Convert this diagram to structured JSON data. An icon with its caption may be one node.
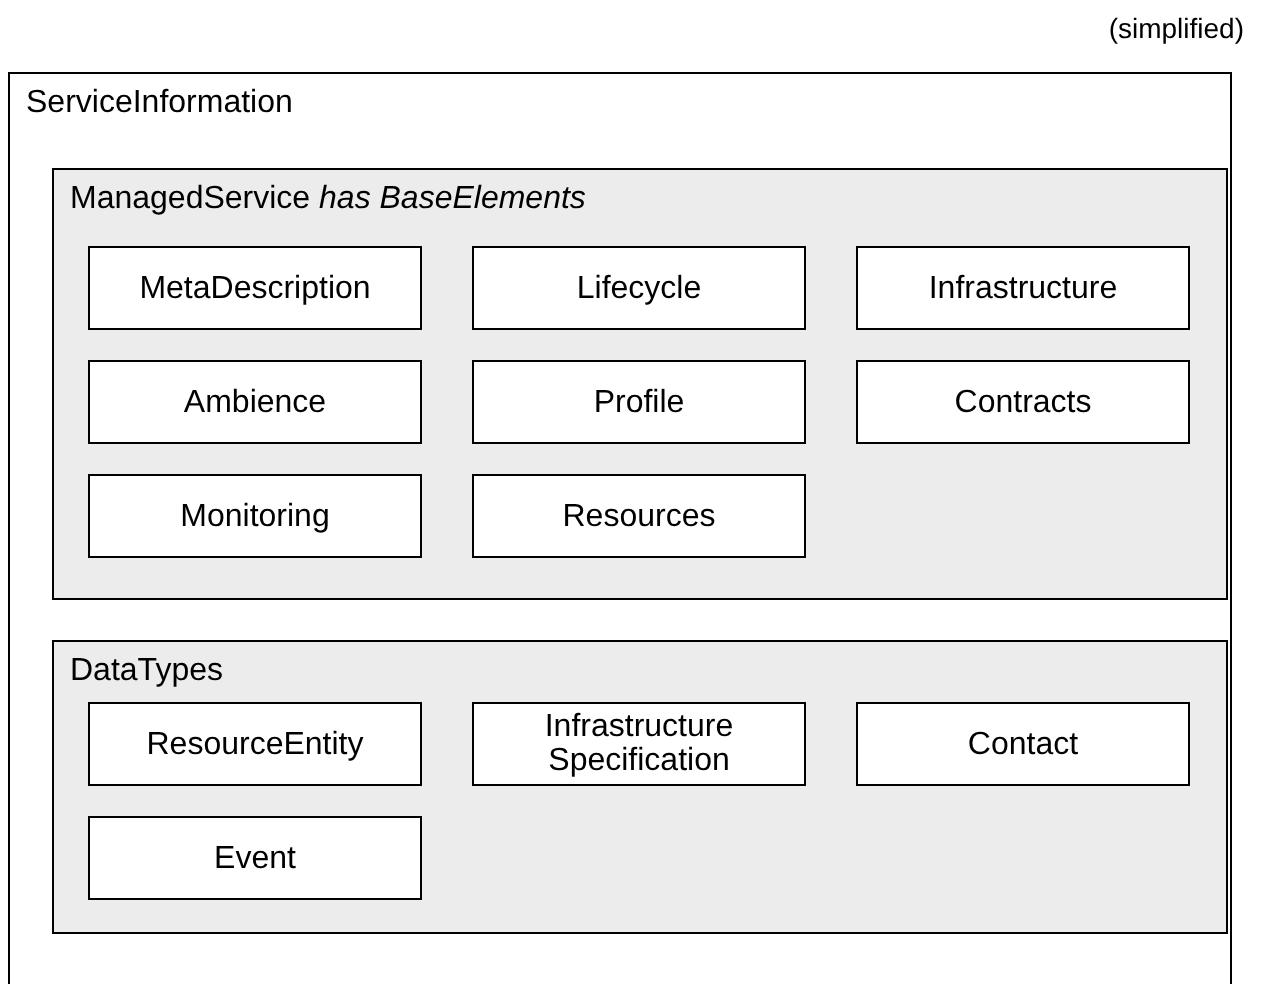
{
  "diagram": {
    "nodes": [
      {
        "text": [
          "ServiceInformation"
        ]
      },
      {
        "text": [
          "ManagedService *has BaseElements*"
        ],
        "in": 0
      },
      {
        "text": [
          "MetaDescription"
        ],
        "in": 1
      },
      {
        "text": [
          "Lifecycle"
        ],
        "in": 1
      },
      {
        "text": [
          "Infrastructure"
        ],
        "in": 1
      },
      {
        "text": [
          "Ambience"
        ],
        "in": 1
      },
      {
        "text": [
          "Profile"
        ],
        "in": 1
      },
      {
        "text": [
          "Contracts"
        ],
        "in": 1
      },
      {
        "text": [
          "Monitoring"
        ],
        "in": 1
      },
      {
        "text": [
          "Resources"
        ],
        "in": 1
      },
      {
        "text": [
          "DataTypes"
        ],
        "in": 0
      },
      {
        "text": [
          "ResourceEntity"
        ],
        "in": 10
      },
      {
        "text": [
          "Infrastructure Specification"
        ],
        "in": 10
      },
      {
        "text": [
          "Contact"
        ],
        "in": 10
      },
      {
        "text": [
          "Event"
        ],
        "in": 10
      }
    ],
    "labels": [
      "(simplified)"
    ]
  }
}
